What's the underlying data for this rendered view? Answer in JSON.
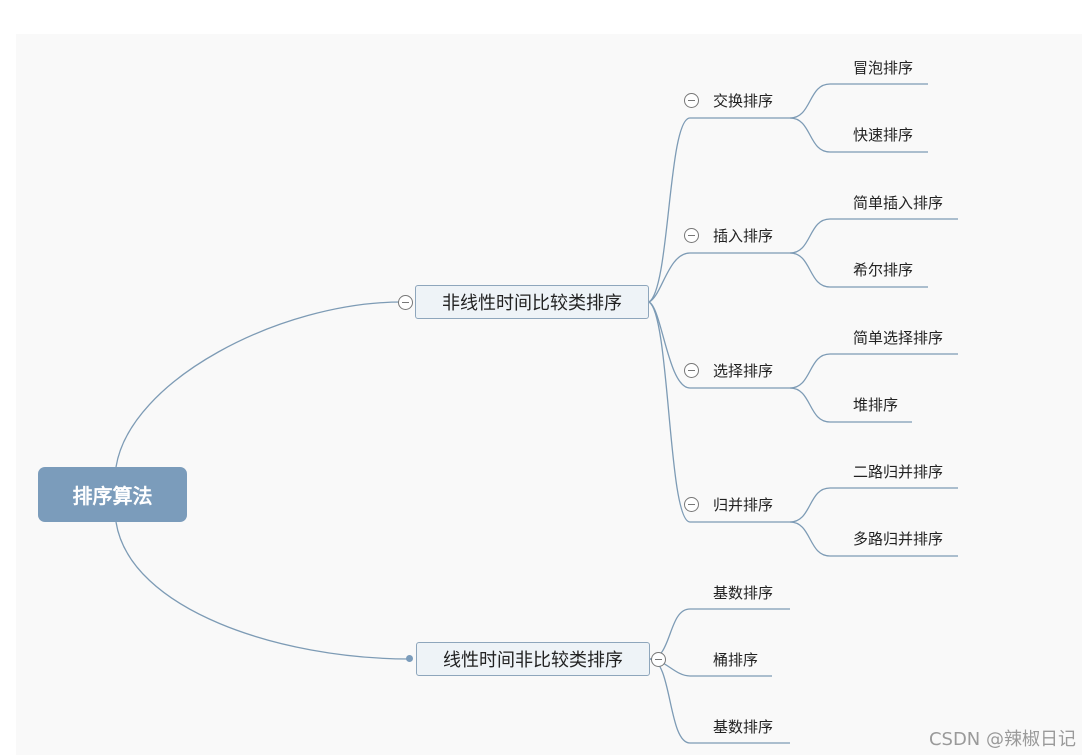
{
  "root": "排序算法",
  "branches": [
    {
      "label": "非线性时间比较类排序",
      "children": [
        {
          "label": "交换排序",
          "children": [
            "冒泡排序",
            "快速排序"
          ]
        },
        {
          "label": "插入排序",
          "children": [
            "简单插入排序",
            "希尔排序"
          ]
        },
        {
          "label": "选择排序",
          "children": [
            "简单选择排序",
            "堆排序"
          ]
        },
        {
          "label": "归并排序",
          "children": [
            "二路归并排序",
            "多路归并排序"
          ]
        }
      ]
    },
    {
      "label": "线性时间非比较类排序",
      "children": [
        "基数排序",
        "桶排序",
        "基数排序"
      ]
    }
  ],
  "watermark": "CSDN @辣椒日记",
  "colors": {
    "root_fill": "#7b9cbb",
    "branch_fill": "#eef3f7",
    "line": "#7d9bb5"
  }
}
